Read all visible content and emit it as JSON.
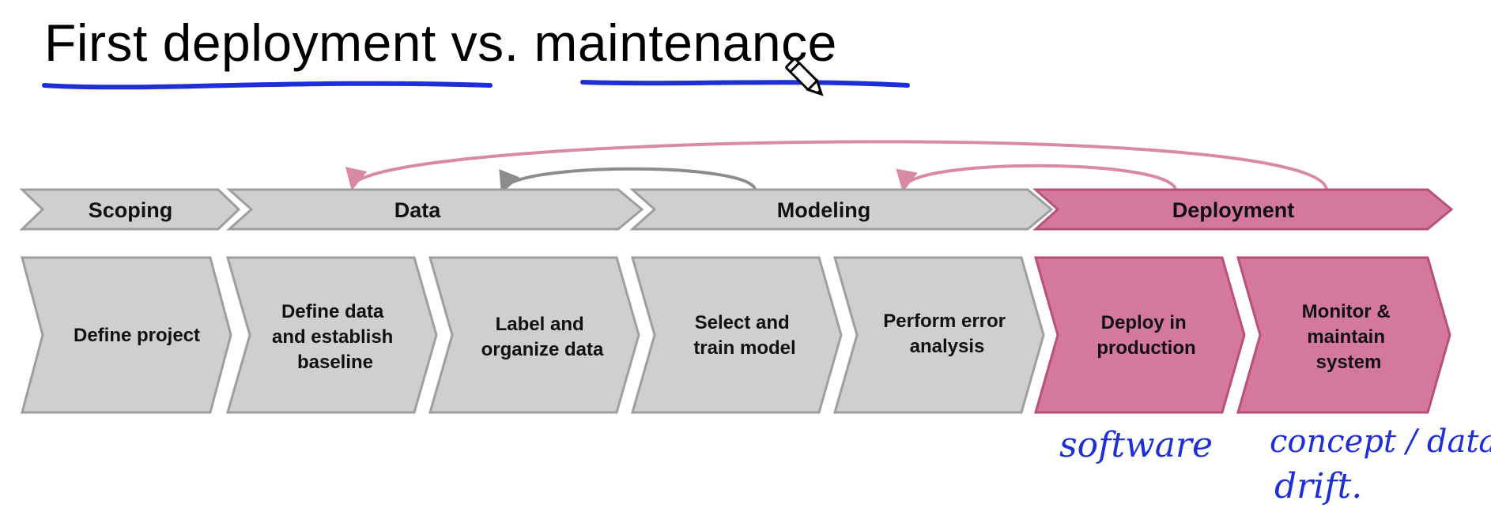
{
  "title": "First deployment vs. maintenance",
  "colors": {
    "gray_fill": "#cfcfcf",
    "gray_stroke": "#9e9e9e",
    "pink_fill": "#d4799d",
    "pink_stroke": "#b8517a",
    "feedback_pink": "#d889a6",
    "feedback_gray": "#8c8c8c",
    "annotation_blue": "#1f2fd6"
  },
  "phases": [
    {
      "label": "Scoping",
      "color": "gray"
    },
    {
      "label": "Data",
      "color": "gray"
    },
    {
      "label": "Modeling",
      "color": "gray"
    },
    {
      "label": "Deployment",
      "color": "pink"
    }
  ],
  "steps": [
    {
      "lines": [
        "Define project"
      ],
      "color": "gray"
    },
    {
      "lines": [
        "Define data",
        "and establish",
        "baseline"
      ],
      "color": "gray"
    },
    {
      "lines": [
        "Label and",
        "organize data"
      ],
      "color": "gray"
    },
    {
      "lines": [
        "Select and",
        "train model"
      ],
      "color": "gray"
    },
    {
      "lines": [
        "Perform error",
        "analysis"
      ],
      "color": "gray"
    },
    {
      "lines": [
        "Deploy in",
        "production"
      ],
      "color": "pink"
    },
    {
      "lines": [
        "Monitor &",
        "maintain",
        "system"
      ],
      "color": "pink"
    }
  ],
  "annotations": {
    "software": "software",
    "drift_line1": "concept / data",
    "drift_line2": "drift."
  },
  "icons": {
    "cursor": "pencil-cursor-icon"
  }
}
